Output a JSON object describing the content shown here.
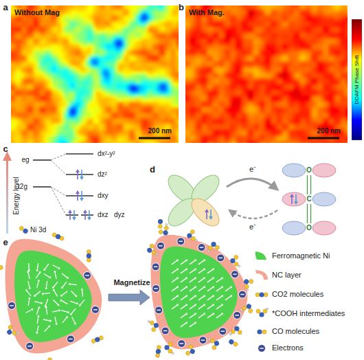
{
  "diagram": {
    "nodes": [
      {
        "text": [
          "Without Mag",
          "200 nm"
        ]
      },
      {
        "text": [
          "With Mag.",
          "200 nm"
        ]
      },
      {
        "text": [
          "DDAFM Phase Shift"
        ]
      }
    ],
    "labels": [
      "a",
      "b",
      "c",
      "Energy level",
      "eg",
      "t2g",
      "dx²-y²",
      "dz²",
      "dxy",
      "dxz",
      "dyz",
      "Ni 3d",
      "d",
      "e⁻",
      "e⁻",
      "O",
      "C",
      "O",
      "e",
      "Magnetize"
    ],
    "legend": [
      {
        "text": "Ferromagnetic Ni",
        "color": "#4fd34f"
      },
      {
        "text": "NC layer",
        "color": "#f5a593"
      },
      {
        "text": "CO2 molecules"
      },
      {
        "text": "*COOH intermediates"
      },
      {
        "text": "CO molecules"
      },
      {
        "text": "Electrons"
      }
    ]
  }
}
